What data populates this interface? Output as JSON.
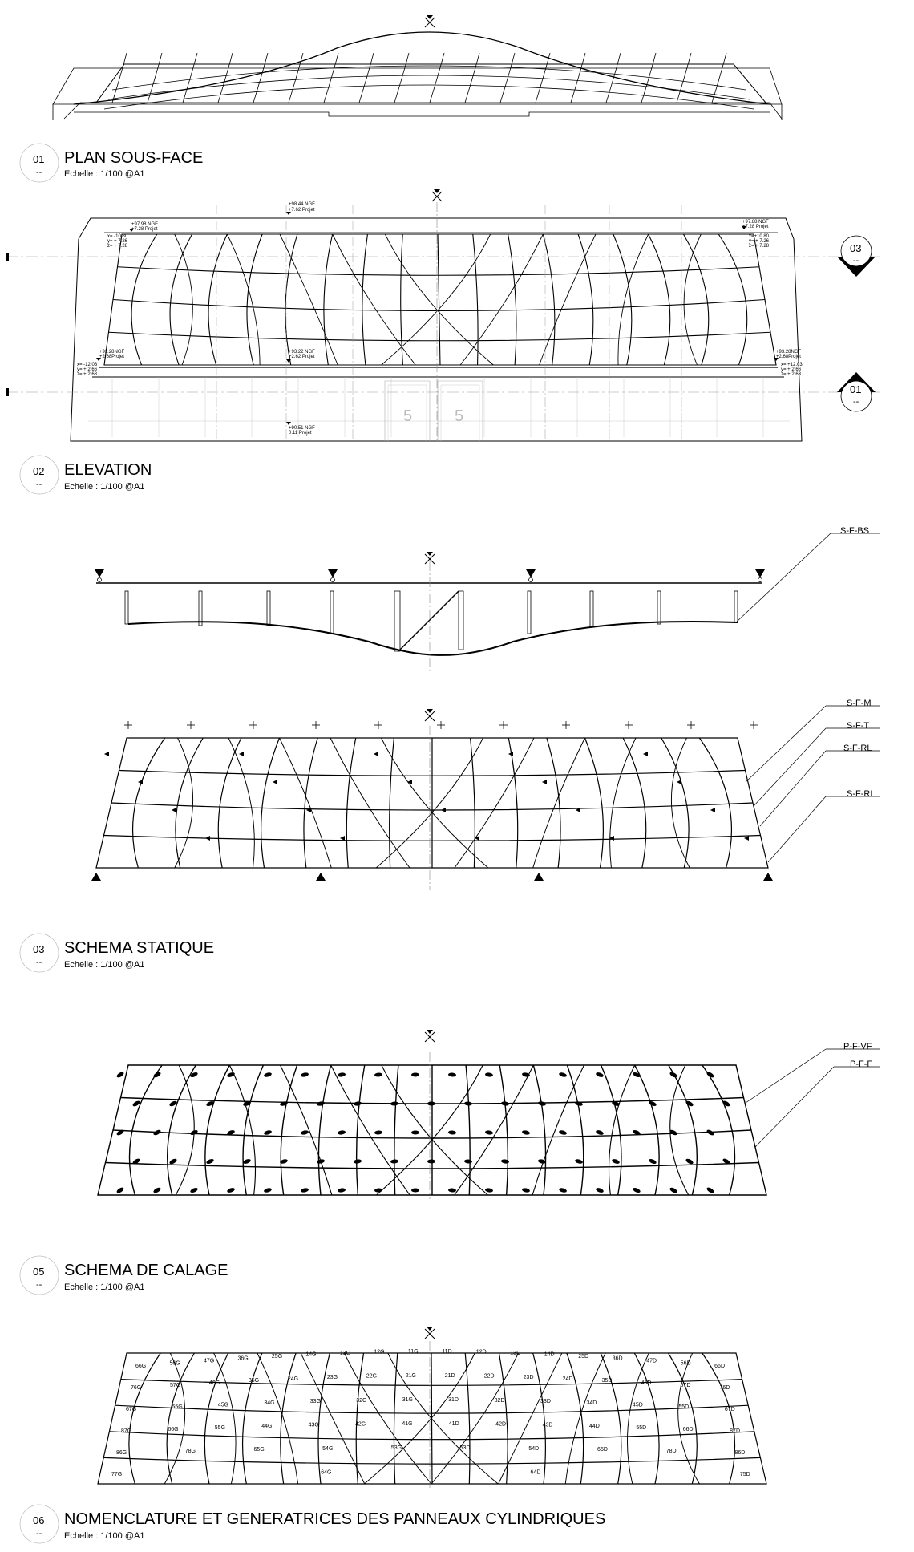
{
  "sections": [
    {
      "num": "01",
      "sub": "--",
      "title": "PLAN SOUS-FACE",
      "scale": "Echelle : 1/100 @A1"
    },
    {
      "num": "02",
      "sub": "--",
      "title": "ELEVATION",
      "scale": "Echelle : 1/100 @A1"
    },
    {
      "num": "03",
      "sub": "--",
      "title": "SCHEMA STATIQUE",
      "scale": "Echelle : 1/100 @A1"
    },
    {
      "num": "05",
      "sub": "--",
      "title": "SCHEMA DE CALAGE",
      "scale": "Echelle : 1/100 @A1"
    },
    {
      "num": "06",
      "sub": "--",
      "title": "NOMENCLATURE ET GENERATRICES DES PANNEAUX CYLINDRIQUES",
      "scale": "Echelle : 1/100 @A1"
    }
  ],
  "section_markers": [
    {
      "num": "03",
      "sub": "--"
    },
    {
      "num": "01",
      "sub": "--"
    }
  ],
  "elevation_levels": {
    "top_mid": [
      "+98.44 NGF",
      "+7.62 Projet"
    ],
    "top_left": [
      "+97.98 NGF",
      "+7.28 Projet"
    ],
    "top_right": [
      "+97.88 NGF",
      "+7.28 Projet"
    ],
    "coords_top_left": [
      "x= -10.80",
      "y= + 7.26",
      "z= + 7.28"
    ],
    "coords_top_right": [
      "x=+10.80",
      "y= + 7.26",
      "z= + 7.28"
    ],
    "mid_left": [
      "+93.28NGF",
      "+2.68Projet"
    ],
    "mid_center": [
      "+93.22 NGF",
      "+2.62 Projet"
    ],
    "mid_right": [
      "+93.28NGF",
      "+2.68Projet"
    ],
    "coords_mid_left": [
      "x= -12.03",
      "y= + 2.66",
      "z= + 2.68"
    ],
    "coords_mid_right": [
      "x= +12.03",
      "y= + 2.66",
      "z= + 2.68"
    ],
    "bottom": [
      "+90.51 NGF",
      "0.11 Projet"
    ]
  },
  "door_label": "5",
  "callouts": {
    "static_1": "S-F-BS",
    "static_2": [
      "S-F-M",
      "S-F-T",
      "S-F-RL",
      "S-F-RI"
    ],
    "calage": [
      "P-F-VF",
      "P-F-F"
    ]
  },
  "panel_rows": [
    [
      "66G",
      "56G",
      "47G",
      "36G",
      "25G",
      "14G",
      "13G",
      "12G",
      "11G",
      "11D",
      "12D",
      "13D",
      "14D",
      "25D",
      "36D",
      "47D",
      "56D",
      "66D"
    ],
    [
      "76G",
      "57G",
      "46G",
      "35G",
      "24G",
      "23G",
      "22G",
      "21G",
      "21D",
      "22D",
      "23D",
      "24D",
      "35D",
      "46D",
      "57D",
      "76D"
    ],
    [
      "67G",
      "55G",
      "45G",
      "34G",
      "33G",
      "32G",
      "31G",
      "31D",
      "32D",
      "33D",
      "34D",
      "45D",
      "55D",
      "67D"
    ],
    [
      "87G",
      "66G",
      "55G",
      "44G",
      "43G",
      "42G",
      "41G",
      "41D",
      "42D",
      "43D",
      "44D",
      "55D",
      "66D",
      "87D"
    ],
    [
      "86G",
      "78G",
      "65G",
      "54G",
      "53G",
      "53D",
      "54D",
      "65D",
      "78D",
      "86D"
    ],
    [
      "77G",
      "64G",
      "64D",
      "75D"
    ]
  ]
}
